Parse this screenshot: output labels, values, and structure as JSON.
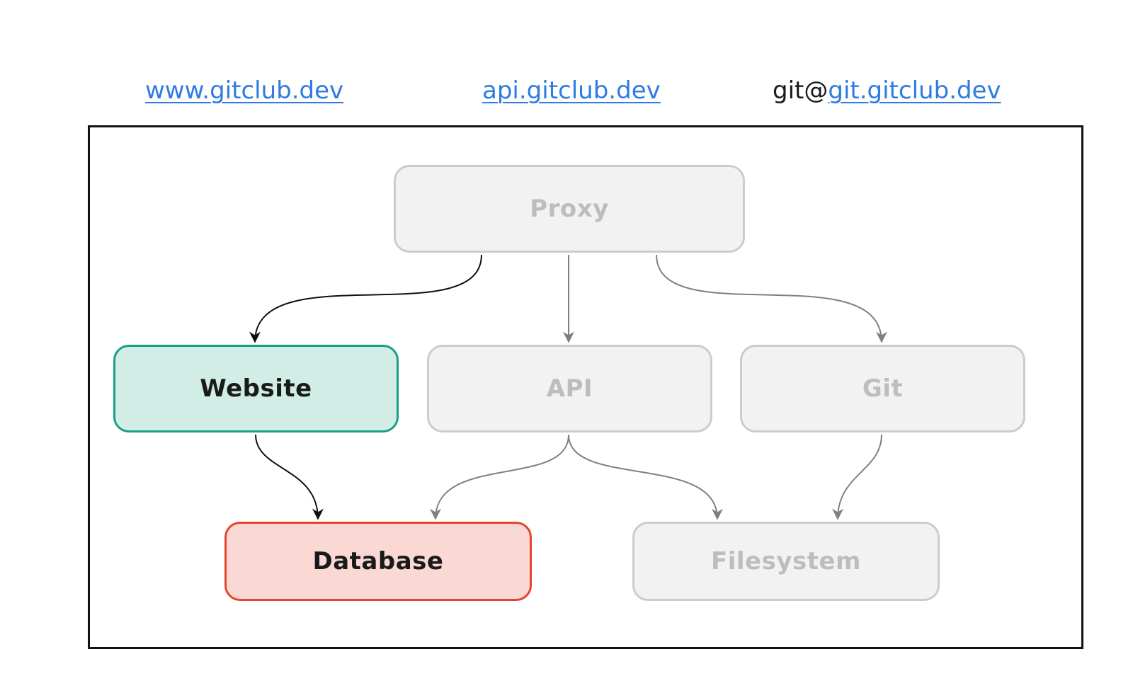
{
  "links": {
    "www": {
      "text": "www.gitclub.dev"
    },
    "api": {
      "text": "api.gitclub.dev"
    },
    "git": {
      "prefix": "git@",
      "text": "git.gitclub.dev"
    }
  },
  "nodes": {
    "proxy": {
      "label": "Proxy",
      "state": "muted"
    },
    "website": {
      "label": "Website",
      "state": "highlighted"
    },
    "api": {
      "label": "API",
      "state": "muted"
    },
    "git": {
      "label": "Git",
      "state": "muted"
    },
    "database": {
      "label": "Database",
      "state": "highlighted"
    },
    "filesystem": {
      "label": "Filesystem",
      "state": "muted"
    }
  },
  "edges": [
    {
      "from": "proxy",
      "to": "website",
      "state": "active"
    },
    {
      "from": "proxy",
      "to": "api",
      "state": "muted"
    },
    {
      "from": "proxy",
      "to": "git",
      "state": "muted"
    },
    {
      "from": "website",
      "to": "database",
      "state": "active"
    },
    {
      "from": "api",
      "to": "database",
      "state": "muted"
    },
    {
      "from": "api",
      "to": "filesystem",
      "state": "muted"
    },
    {
      "from": "git",
      "to": "filesystem",
      "state": "muted"
    }
  ],
  "colors": {
    "link": "#2f7be0",
    "frame": "#111111",
    "muted_fill": "#f2f2f2",
    "muted_border": "#cccccc",
    "muted_text": "#bdbdbd",
    "website_fill": "#d1ede6",
    "website_border": "#17a085",
    "database_fill": "#fad9d5",
    "database_border": "#e5452d",
    "edge_active": "#111111",
    "edge_muted": "#808080"
  }
}
